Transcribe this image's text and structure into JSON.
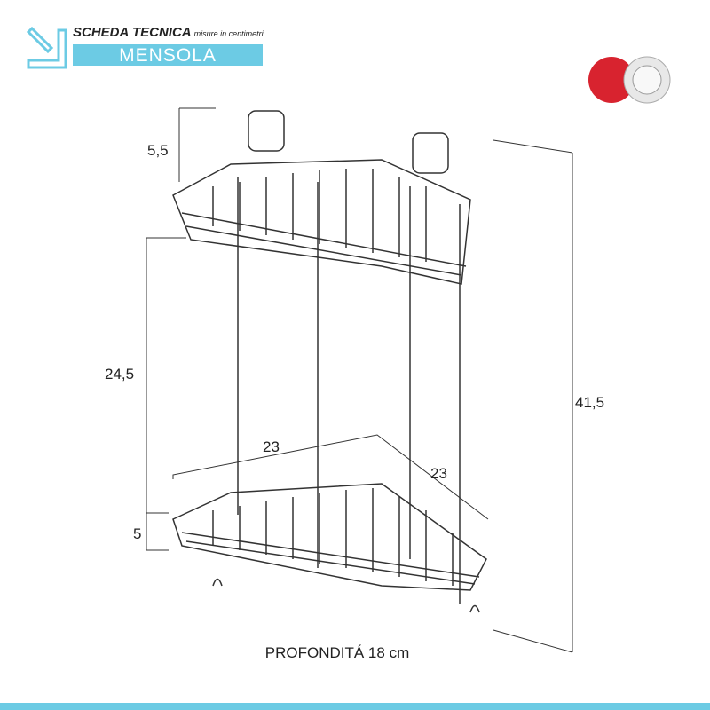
{
  "header": {
    "title": "SCHEDA TECNICA",
    "subtitle": "misure in centimetri",
    "product": "MENSOLA"
  },
  "dimensions": {
    "top_hook": "5,5",
    "between_shelves": "24,5",
    "total_height": "41,5",
    "width_a": "23",
    "width_b": "23",
    "basket_height": "5"
  },
  "footer": {
    "depth": "PROFONDITÁ 18 cm"
  },
  "colors": {
    "accent": "#6ccbe4"
  }
}
